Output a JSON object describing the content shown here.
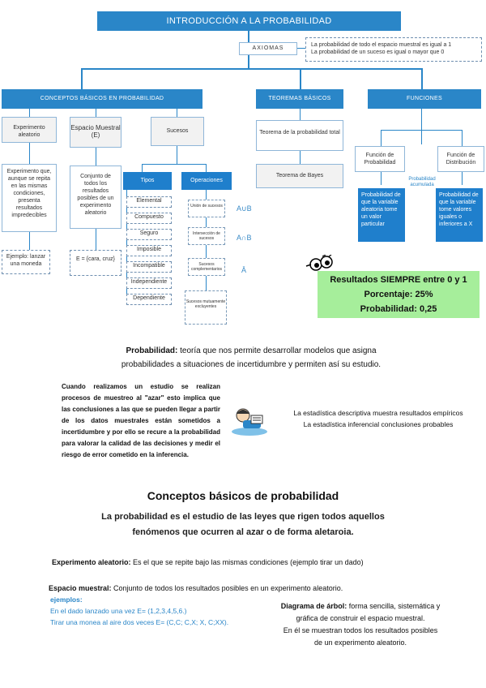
{
  "header": {
    "title": "INTRODUCCIÓN A LA PROBABILIDAD"
  },
  "axiomas": {
    "label": "AXIOMAS",
    "lines": [
      "La probabilidad de todo el espacio muestral es igual a 1",
      "La probabilidad de un suceso es igual o mayor que 0"
    ]
  },
  "sections": {
    "conceptos": "CONCEPTOS BÁSICOS EN PROBABILIDAD",
    "teoremas": "TEOREMAS BÁSICOS",
    "funciones": "FUNCIONES"
  },
  "conceptos": {
    "experimento": "Experimento aleatorio",
    "experimento_desc": "Experimento que, aunque se repita en las mismas condiciones, presenta resultados impredecibles",
    "ejemplo": "Ejemplo: lanzar una moneda",
    "espacio": "Espacio Muestral (E)",
    "espacio_desc": "Conjunto de todos los resultados posibles de un experimento aleatorio",
    "espacio_e": "E = {cara, cruz}",
    "sucesos": "Sucesos",
    "tipos": "Tipos",
    "tipos_items": [
      "Elemental",
      "Compuesto",
      "Seguro",
      "Imposible",
      "Incompatible",
      "Independiente",
      "Dependiente"
    ],
    "operaciones": "Operaciones",
    "operaciones_items": [
      "Unión de sucesos",
      "Intersección de sucesos",
      "Sucesos complementarios",
      "Sucesos mutuamente excluyentes"
    ],
    "operaciones_sym": [
      "A∪B",
      "A∩B",
      "Ā"
    ]
  },
  "teoremas": {
    "item1": "Teorema de la probabilidad total",
    "item2": "Teorema de Bayes"
  },
  "funciones": {
    "f1": "Función de Probabilidad",
    "f2": "Función de Distribución",
    "acumulada": "Probabilidad acumulada",
    "f1_desc": "Probabilidad de que la variable aleatoria tome un valor particular",
    "f2_desc": "Probabilidad de que la variable tome valores iguales o inferiores a X"
  },
  "resultados": {
    "line1": "Resultados SIEMPRE entre 0 y 1",
    "line2": "Porcentaje: 25%",
    "line3": "Probabilidad: 0,25"
  },
  "definicion": {
    "label": "Probabilidad:",
    "text1": " teoría que nos permite desarrollar modelos que asigna",
    "text2": "probabilidades a situaciones de incertidumbre y permiten así su estudio."
  },
  "muestreo": {
    "text": "Cuando realizamos un estudio se realizan procesos de muestreo al \"azar\" esto implica que las conclusiones a las que se pueden llegar a partir de los datos muestrales están sometidos a incertidumbre y por ello se recure a la probabilidad para valorar la calidad de las decisiones y medir el riesgo de error cometido en la inferencia."
  },
  "estadistica": {
    "line1": "La estadística descriptiva muestra resultados empíricos",
    "line2": "La estadística inferencial conclusiones probables"
  },
  "basicos": {
    "title": "Conceptos básicos de probabilidad",
    "sub1": "La probabilidad es el estudio de las leyes que rigen todos aquellos",
    "sub2": "fenómenos que ocurren al azar o de forma aletaroia.",
    "exp_label": "Experimento aleatorio:",
    "exp_text": " Es el que se repite bajo las mismas condiciones (ejemplo tirar un dado)",
    "esp_label": "Espacio muestral:",
    "esp_text": " Conjunto de todos los resultados posibles en un experimento aleatorio.",
    "ejemplos": "ejemplos:",
    "ej1": "En el dado lanzado una vez E= (1,2,3,4,5,6.)",
    "ej2": "Tirar una monea al aire dos veces E= (C,C; C,X; X, C;XX).",
    "arbol_label": "Diagrama de árbol:",
    "arbol1": " forma sencilla, sistemática y",
    "arbol2": "gráfica de construir el espacio muestral.",
    "arbol3": "En él se muestran todos los resultados posibles",
    "arbol4": "de un experimento aleatorio."
  }
}
